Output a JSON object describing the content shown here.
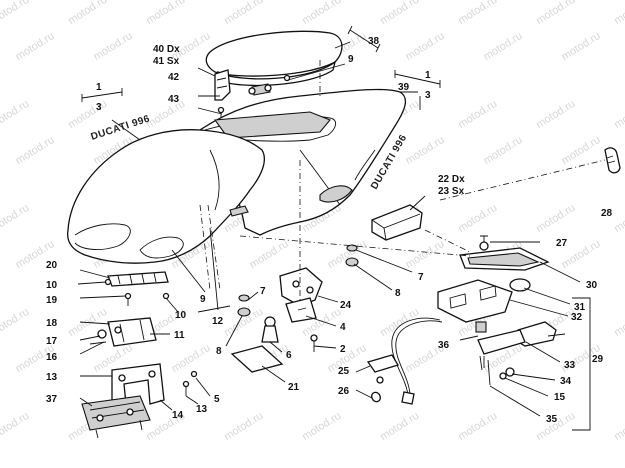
{
  "watermark": "motod.ru",
  "brand_labels": [
    "DUCATI 996",
    "DUCATI 996"
  ],
  "callouts": [
    {
      "id": "c40dx",
      "text": "40 Dx"
    },
    {
      "id": "c41sx",
      "text": "41 Sx"
    },
    {
      "id": "c42",
      "text": "42"
    },
    {
      "id": "c43",
      "text": "43"
    },
    {
      "id": "c38",
      "text": "38"
    },
    {
      "id": "c9a",
      "text": "9"
    },
    {
      "id": "c1a",
      "text": "1"
    },
    {
      "id": "c3a",
      "text": "3"
    },
    {
      "id": "c1b",
      "text": "1"
    },
    {
      "id": "c3b",
      "text": "3"
    },
    {
      "id": "c39",
      "text": "39"
    },
    {
      "id": "c22dx",
      "text": "22 Dx"
    },
    {
      "id": "c23sx",
      "text": "23 Sx"
    },
    {
      "id": "c28",
      "text": "28"
    },
    {
      "id": "c27",
      "text": "27"
    },
    {
      "id": "c7a",
      "text": "7"
    },
    {
      "id": "c8a",
      "text": "8"
    },
    {
      "id": "c30",
      "text": "30"
    },
    {
      "id": "c31",
      "text": "31"
    },
    {
      "id": "c32",
      "text": "32"
    },
    {
      "id": "c29",
      "text": "29"
    },
    {
      "id": "c33",
      "text": "33"
    },
    {
      "id": "c34",
      "text": "34"
    },
    {
      "id": "c15",
      "text": "15"
    },
    {
      "id": "c35",
      "text": "35"
    },
    {
      "id": "c36",
      "text": "36"
    },
    {
      "id": "c20",
      "text": "20"
    },
    {
      "id": "c10a",
      "text": "10"
    },
    {
      "id": "c19",
      "text": "19"
    },
    {
      "id": "c10b",
      "text": "10"
    },
    {
      "id": "c9b",
      "text": "9"
    },
    {
      "id": "c12",
      "text": "12"
    },
    {
      "id": "c7b",
      "text": "7"
    },
    {
      "id": "c24",
      "text": "24"
    },
    {
      "id": "c4",
      "text": "4"
    },
    {
      "id": "c2",
      "text": "2"
    },
    {
      "id": "c18",
      "text": "18"
    },
    {
      "id": "c11",
      "text": "11"
    },
    {
      "id": "c17",
      "text": "17"
    },
    {
      "id": "c16",
      "text": "16"
    },
    {
      "id": "c13a",
      "text": "13"
    },
    {
      "id": "c37",
      "text": "37"
    },
    {
      "id": "c14",
      "text": "14"
    },
    {
      "id": "c13b",
      "text": "13"
    },
    {
      "id": "c5",
      "text": "5"
    },
    {
      "id": "c8b",
      "text": "8"
    },
    {
      "id": "c6",
      "text": "6"
    },
    {
      "id": "c21",
      "text": "21"
    },
    {
      "id": "c25",
      "text": "25"
    },
    {
      "id": "c26",
      "text": "26"
    }
  ]
}
